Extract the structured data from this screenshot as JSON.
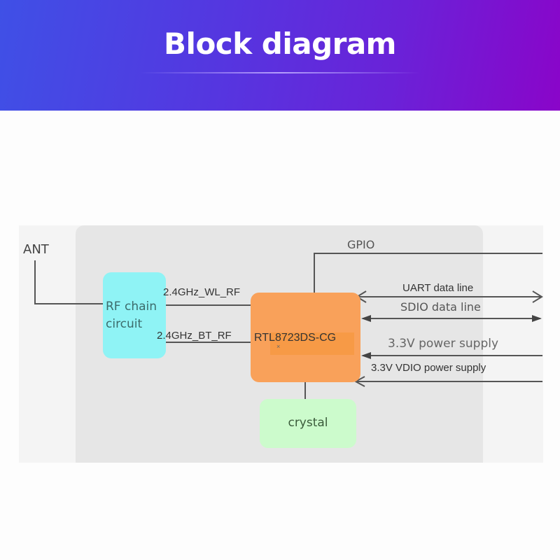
{
  "header": {
    "title": "Block diagram"
  },
  "diagram": {
    "ant_label": "ANT",
    "rf_block": {
      "label_line1": "RF chain",
      "label_line2": "circuit",
      "color": "#8ff3f5"
    },
    "chip_block": {
      "label": "RTL8723DS-CG",
      "marker": "×",
      "color": "#f9a15a"
    },
    "crystal_block": {
      "label": "crystal",
      "color": "#ccfbcc"
    },
    "links": {
      "wl_rf": "2.4GHz_WL_RF",
      "bt_rf": "2.4GHz_BT_RF",
      "gpio": "GPIO",
      "uart": "UART data line",
      "sdio": "SDIO data line",
      "power": "3.3V power supply",
      "vdio": "3.3V VDIO power supply"
    }
  }
}
